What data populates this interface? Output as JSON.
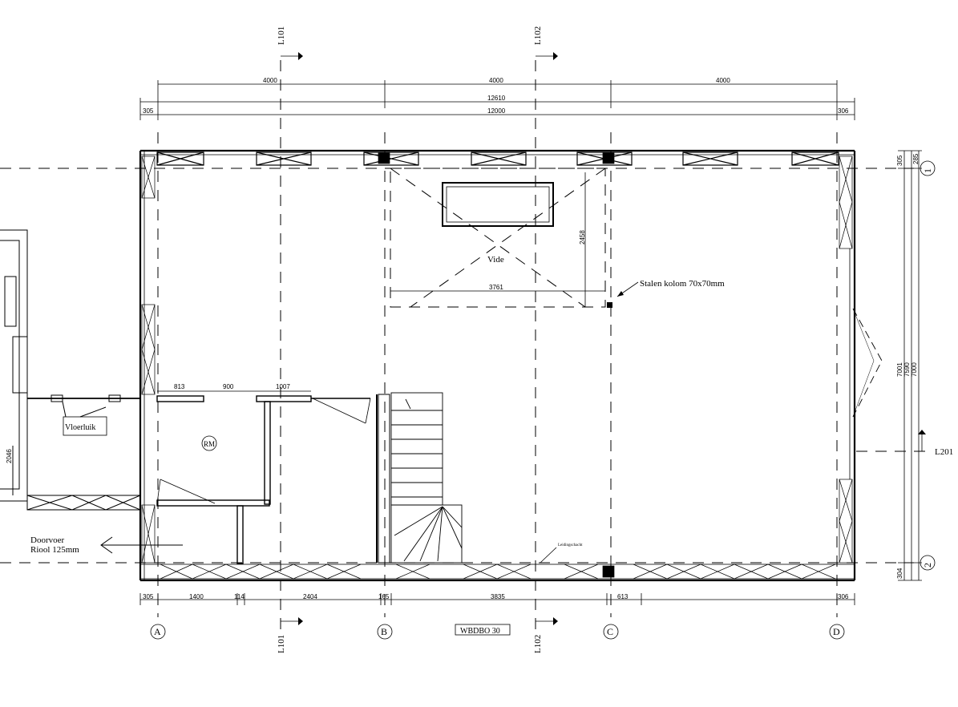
{
  "sections": {
    "l101": "L101",
    "l102": "L102",
    "l201": "L201"
  },
  "dims_top": {
    "d1": "4000",
    "d2": "4000",
    "d3": "4000",
    "total1": "12610",
    "left": "305",
    "total2": "12000",
    "right": "306"
  },
  "dims_bottom": {
    "d1": "305",
    "d2": "1400",
    "d3": "114",
    "d4": "2404",
    "d5": "165",
    "d6": "3835",
    "d7": "613",
    "d8": "306"
  },
  "dims_right": {
    "top": "305",
    "top2": "285",
    "a": "7001",
    "b": "7590",
    "c": "7000",
    "bottom": "304"
  },
  "dims_inner": {
    "vide_width": "3761",
    "vide_depth": "2458",
    "w1": "813",
    "w2": "900",
    "w3": "1007",
    "left_side": "2046"
  },
  "grid_axes": {
    "a": "A",
    "b": "B",
    "c": "C",
    "d": "D",
    "row1": "1",
    "row2": "2"
  },
  "labels": {
    "vide": "Vide",
    "column": "Stalen kolom 70x70mm",
    "floor_hatch": "Vloerluik",
    "rm": "RM",
    "duct_line1": "Doorvoer",
    "duct_line2": "Riool 125mm",
    "shaft": "Leidingschacht",
    "wall_type": "WBDBO 30"
  }
}
